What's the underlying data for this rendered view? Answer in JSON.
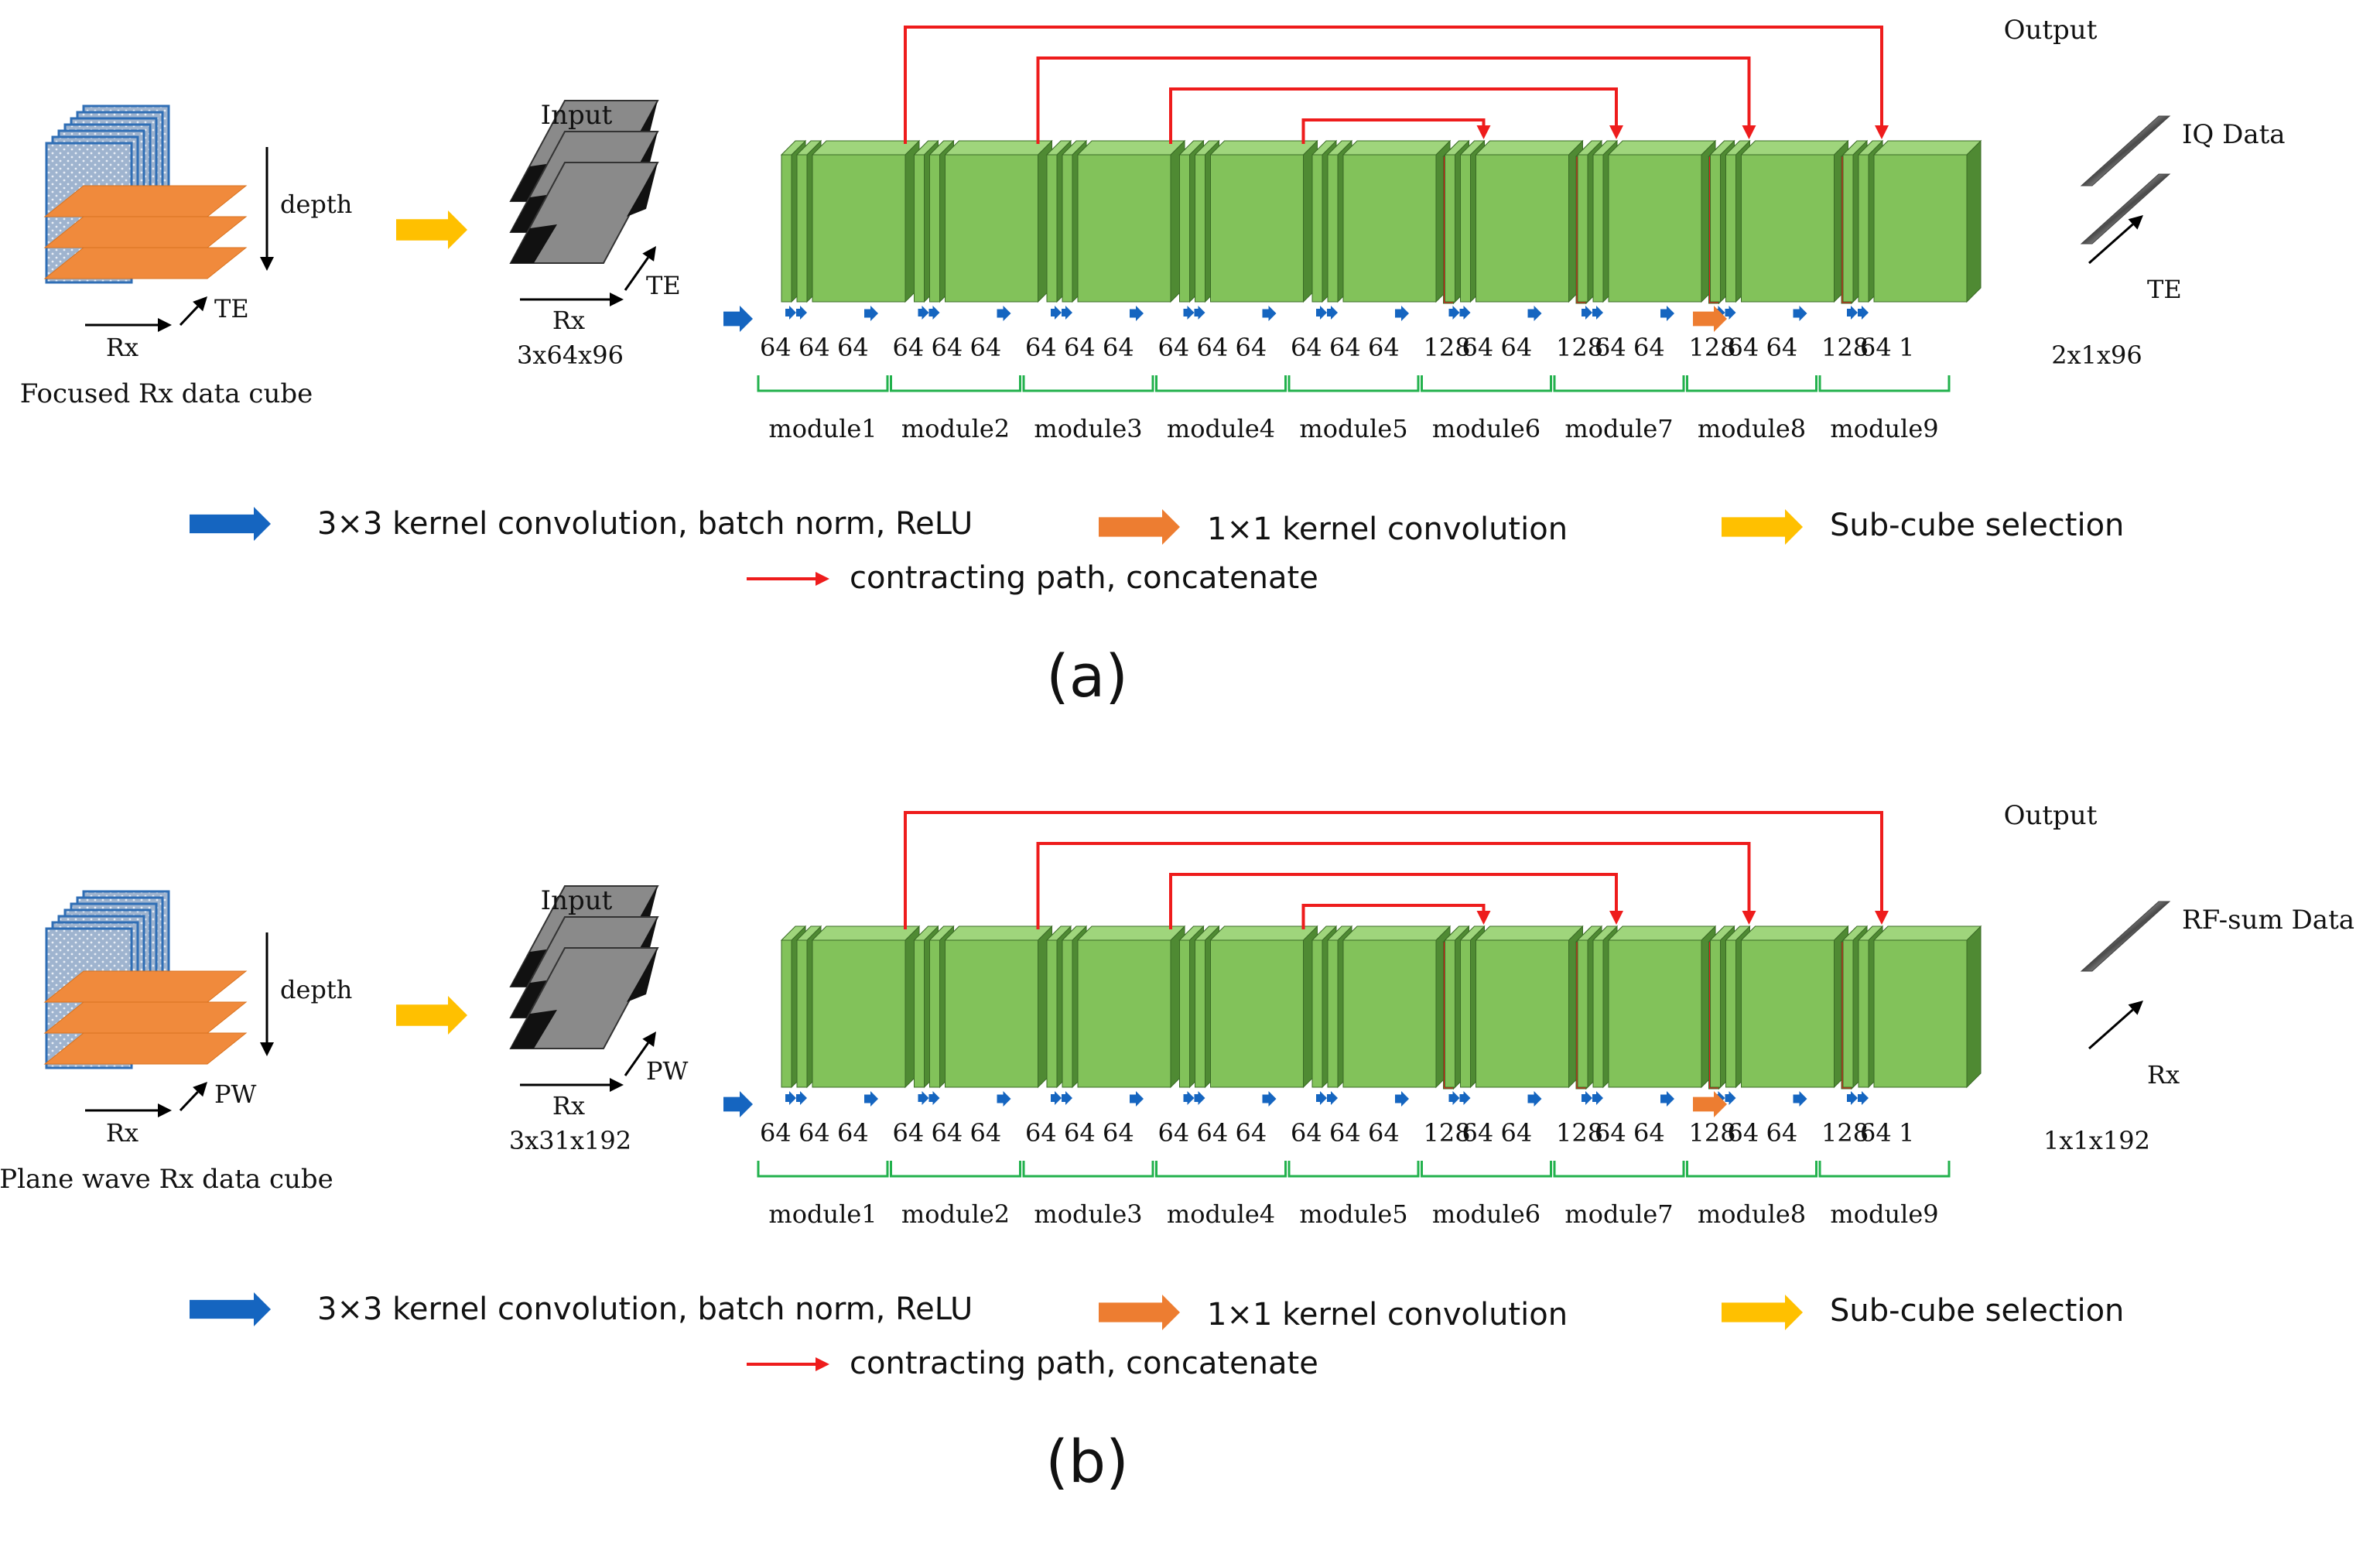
{
  "panels": [
    {
      "id": "a",
      "caption": "(a)",
      "cube_label": "Focused Rx data cube",
      "cube_depth": "depth",
      "cube_rx": "Rx",
      "cube_third": "TE",
      "input_title": "Input",
      "input_rx": "Rx",
      "input_third": "TE",
      "input_dims": "3x64x96",
      "output_title": "Output",
      "output_name": "IQ Data",
      "output_axis": "TE",
      "output_dims": "2x1x96",
      "channels": [
        [
          "64",
          "64",
          "64"
        ],
        [
          "64",
          "64",
          "64"
        ],
        [
          "64",
          "64",
          "64"
        ],
        [
          "64",
          "64",
          "64"
        ],
        [
          "64",
          "64",
          "64"
        ],
        [
          "128",
          "64",
          "64"
        ],
        [
          "128",
          "64",
          "64"
        ],
        [
          "128",
          "64",
          "64"
        ],
        [
          "128",
          "64",
          "1"
        ]
      ],
      "modules": [
        "module1",
        "module2",
        "module3",
        "module4",
        "module5",
        "module6",
        "module7",
        "module8",
        "module9"
      ],
      "legend": {
        "blue": "3×3 kernel convolution, batch norm, ReLU",
        "orange": "1×1 kernel convolution",
        "yellow": "Sub-cube selection",
        "red": "contracting path, concatenate"
      }
    },
    {
      "id": "b",
      "caption": "(b)",
      "cube_label": "Plane wave Rx data cube",
      "cube_depth": "depth",
      "cube_rx": "Rx",
      "cube_third": "PW",
      "input_title": "Input",
      "input_rx": "Rx",
      "input_third": "PW",
      "input_dims": "3x31x192",
      "output_title": "Output",
      "output_name": "RF-sum Data",
      "output_axis": "Rx",
      "output_dims": "1x1x192",
      "channels": [
        [
          "64",
          "64",
          "64"
        ],
        [
          "64",
          "64",
          "64"
        ],
        [
          "64",
          "64",
          "64"
        ],
        [
          "64",
          "64",
          "64"
        ],
        [
          "64",
          "64",
          "64"
        ],
        [
          "128",
          "64",
          "64"
        ],
        [
          "128",
          "64",
          "64"
        ],
        [
          "128",
          "64",
          "64"
        ],
        [
          "128",
          "64",
          "1"
        ]
      ],
      "modules": [
        "module1",
        "module2",
        "module3",
        "module4",
        "module5",
        "module6",
        "module7",
        "module8",
        "module9"
      ],
      "legend": {
        "blue": "3×3 kernel convolution, batch norm, ReLU",
        "orange": "1×1 kernel convolution",
        "yellow": "Sub-cube selection",
        "red": "contracting path, concatenate"
      }
    }
  ],
  "colors": {
    "green": "#82c25a",
    "green_dark": "#4f8a33",
    "red": "#ee1c1c",
    "blue": "#1565c0",
    "orange": "#ed7d31",
    "yellow": "#ffc000",
    "cube_blue": "#2f6eb5",
    "cube_orange": "#f08a3c"
  }
}
